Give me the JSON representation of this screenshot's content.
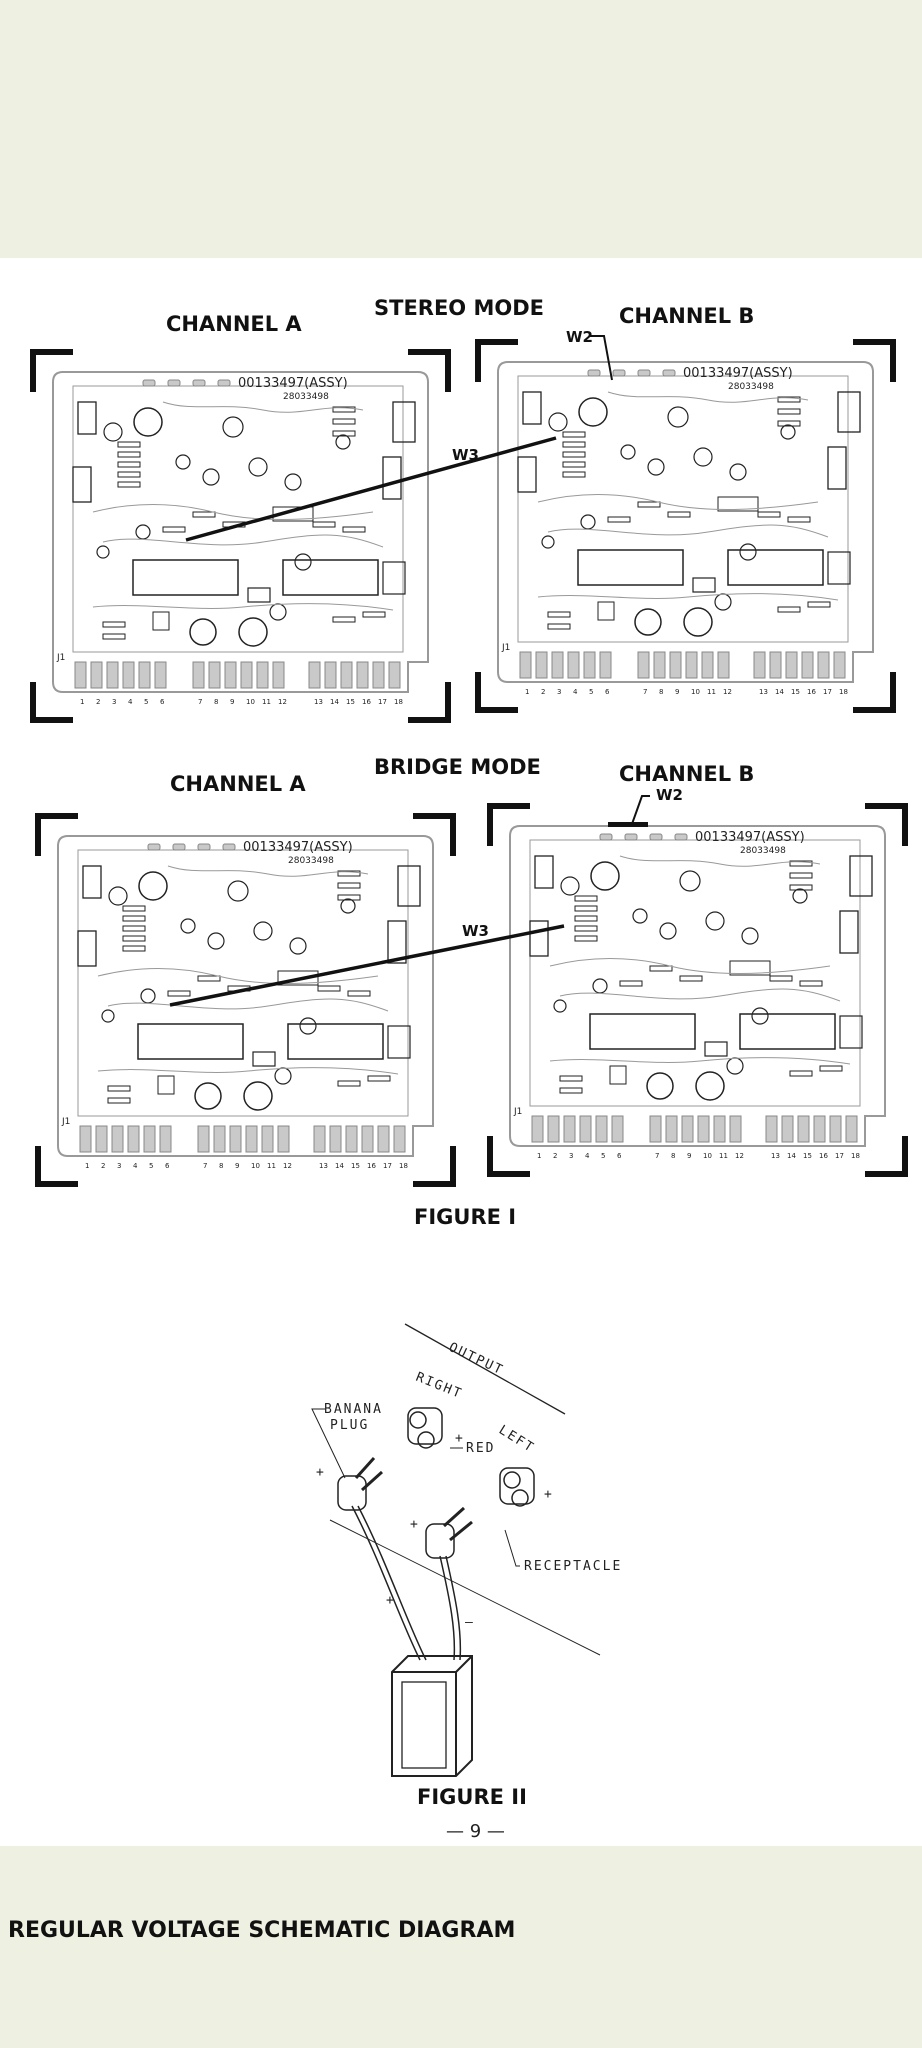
{
  "figure_1": {
    "stereo_mode": {
      "mode_title": "STEREO MODE",
      "channel_a_label": "CHANNEL A",
      "channel_b_label": "CHANNEL B",
      "wire_w2": "W2",
      "wire_w3": "W3"
    },
    "bridge_mode": {
      "mode_title": "BRIDGE MODE",
      "channel_a_label": "CHANNEL A",
      "channel_b_label": "CHANNEL B",
      "wire_w2": "W2",
      "wire_w3": "W3"
    },
    "board": {
      "assembly_number": "00133497(ASSY)",
      "board_number": "28033498",
      "connector_label": "J1",
      "pin_numbers": [
        "1",
        "2",
        "3",
        "4",
        "5",
        "6",
        "7",
        "8",
        "9",
        "10",
        "11",
        "12",
        "13",
        "14",
        "15",
        "16",
        "17",
        "18"
      ]
    },
    "caption": "FIGURE I"
  },
  "figure_2": {
    "output_label": "OUTPUT",
    "right_label": "RIGHT",
    "left_label": "LEFT",
    "banana_plug_label": "BANANA\nPLUG",
    "red_label": "RED",
    "receptacle_label": "RECEPTACLE",
    "caption": "FIGURE II"
  },
  "page_number": "— 9 —",
  "footer_title": "REGULAR VOLTAGE SCHEMATIC DIAGRAM"
}
